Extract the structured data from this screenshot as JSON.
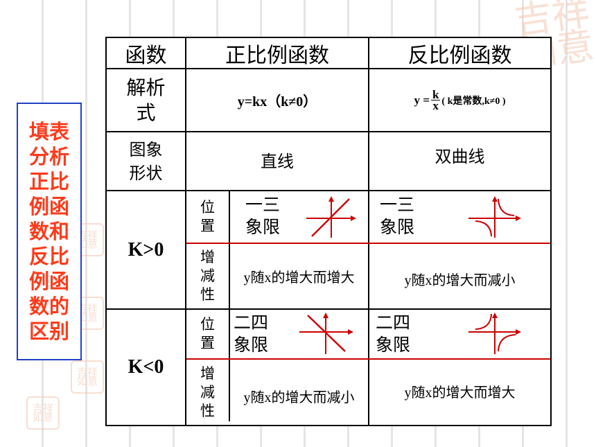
{
  "side_note": "填表分析正比例函数和反比例函数的区别",
  "seal_text": "吉祥如意",
  "table": {
    "header": {
      "col0": "函数",
      "col1": "正比例函数",
      "col2": "反比例函数"
    },
    "row_formula": {
      "label": "解析式",
      "direct": "y=kx（k≠0）",
      "inverse_lhs": "y =",
      "inverse_num": "k",
      "inverse_den": "x",
      "inverse_rest": "( k是常数,k≠0 )"
    },
    "row_shape": {
      "label": "图象形状",
      "direct": "直线",
      "inverse": "双曲线"
    },
    "row_kpos": {
      "label": "K>0",
      "pos_label": "位置",
      "direct_quadrant": "一三象限",
      "inverse_quadrant": "一三象限",
      "mono_label": "增减性",
      "direct_mono": "y随x的增大而增大",
      "inverse_mono": "y随x的增大而减小"
    },
    "row_kneg": {
      "label": "K<0",
      "pos_label": "位置",
      "direct_quadrant": "二四象限",
      "inverse_quadrant": "二四象限",
      "mono_label": "增减性",
      "direct_mono": "y随x的增大而减小",
      "inverse_mono": "y随x的增大而增大"
    }
  },
  "colors": {
    "graph_red": "#cc0000",
    "side_text": "#ff3a1a",
    "side_border": "#1f3fc6"
  }
}
